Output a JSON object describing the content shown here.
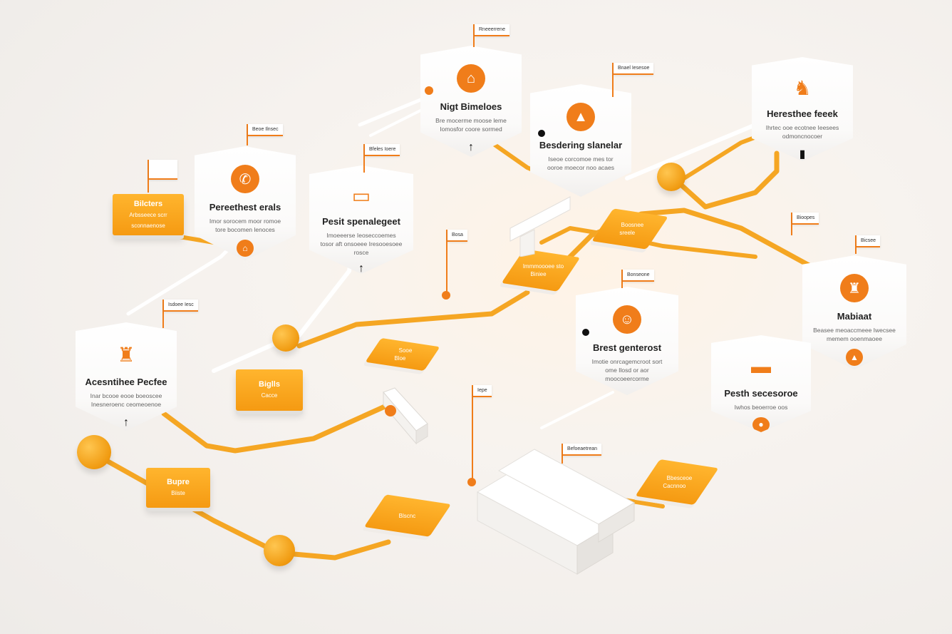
{
  "hexes": [
    {
      "id": "h1",
      "title": "Nigt Bimeloes",
      "sub": "Bre mocerme moose leme Iomosfor coore sormed",
      "icon": "⌂",
      "bottom": "↑",
      "bottom_dark": true
    },
    {
      "id": "h2",
      "title": "Besdering slanelar",
      "sub": "Iseoe corcomoe mes tor ooroe moecor noo acaes",
      "icon": "▲",
      "bottom": "",
      "bottom_dark": false
    },
    {
      "id": "h3",
      "title": "Heresthee feeek",
      "sub": "Ihrtec ooe ecotnee Ieesees odmoncnocoer",
      "icon": "♞",
      "bottom": "▮",
      "bottom_dark": true
    },
    {
      "id": "h4",
      "title": "Pereethest erals",
      "sub": "Imor sorocem moor romoe tore bocomen lenoces",
      "icon": "✆",
      "bottom": "⌂",
      "bottom_dark": false
    },
    {
      "id": "h5",
      "title": "Pesit spenalegeet",
      "sub": "Imoeeerse Ieoseccoemes tosor aft onsoeee Iresooesoee rosce",
      "icon": "▭",
      "bottom": "↑",
      "bottom_dark": true
    },
    {
      "id": "h6",
      "title": "Brest genterost",
      "sub": "Imotie onrcagemcroot sort ome Ilosd or aor moocoeercorme",
      "icon": "☺",
      "bottom": "",
      "bottom_dark": false
    },
    {
      "id": "h7",
      "title": "Mabiaat",
      "sub": "Beasee meoaccmeee Iwecsee memem ooenmaoee",
      "icon": "♜",
      "bottom": "▲",
      "bottom_dark": false
    },
    {
      "id": "h8",
      "title": "Acesntihee Pecfee",
      "sub": "Inar bcooe eooe boeoscee Inesneroenc ceomeoenoe",
      "icon": "♜",
      "bottom": "↑",
      "bottom_dark": true
    },
    {
      "id": "h9",
      "title": "Pesth secesoroe",
      "sub": "Iwhos beoerroe oos",
      "icon": "▬",
      "bottom": "●",
      "bottom_dark": false
    }
  ],
  "tags": [
    {
      "id": "t1",
      "title": "Bilcters",
      "line1": "Arbsseece scrr",
      "line2": "sconnaenose"
    },
    {
      "id": "t2",
      "title": "Biglls",
      "line1": "Cacce",
      "line2": ""
    },
    {
      "id": "t3",
      "title": "Bupre",
      "line1": "Biiste",
      "line2": ""
    }
  ],
  "diamonds": [
    {
      "id": "d1",
      "line1": "Boosnee",
      "line2": "sreele"
    },
    {
      "id": "d2",
      "line1": "Immmoooee sto",
      "line2": "Biniee"
    },
    {
      "id": "d3",
      "line1": "Sooe",
      "line2": "Bloe"
    },
    {
      "id": "d4",
      "line1": "Blscnc",
      "line2": ""
    },
    {
      "id": "d5",
      "line1": "Bbesceoe",
      "line2": "Cacnnoo"
    }
  ],
  "flags": [
    {
      "id": "f1",
      "label": "Rneeerrene"
    },
    {
      "id": "f2",
      "label": "Bnael Iesesoe"
    },
    {
      "id": "f3",
      "label": "Beoe Ilnsec"
    },
    {
      "id": "f4",
      "label": "Bfeles Ioere"
    },
    {
      "id": "f5",
      "label": "Bosa"
    },
    {
      "id": "f6",
      "label": "Bioopes"
    },
    {
      "id": "f7",
      "label": "Bicsee"
    },
    {
      "id": "f8",
      "label": "Isdoee Iesc"
    },
    {
      "id": "f9",
      "label": "Bonseone"
    },
    {
      "id": "f10",
      "label": "Iepe"
    },
    {
      "id": "f11",
      "label": "Befoeaetrean"
    }
  ],
  "colors": {
    "accent": "#f07d1a",
    "amber": "#f8a51f",
    "pipe": "#f5a623",
    "white_pipe": "#ffffff"
  }
}
